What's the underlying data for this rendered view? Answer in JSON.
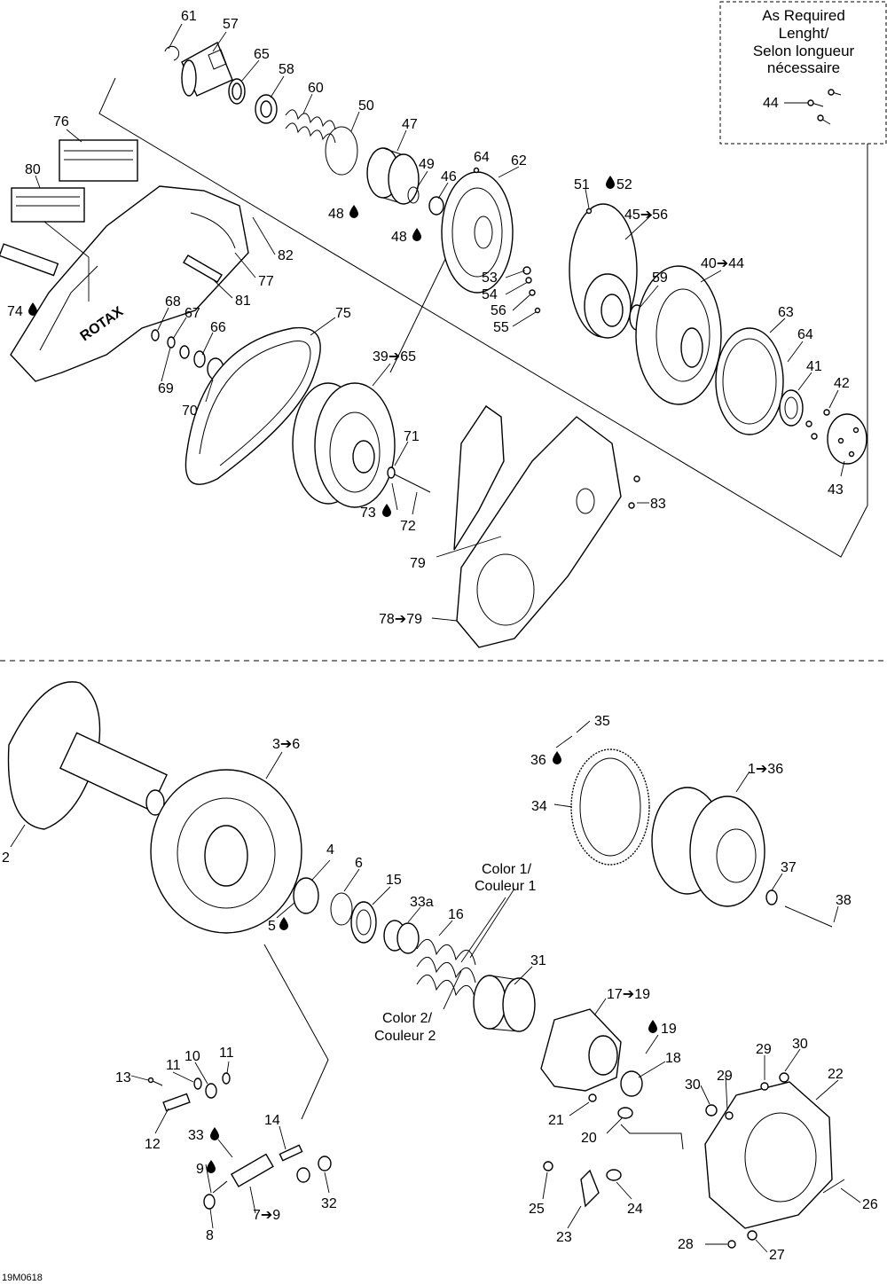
{
  "note_box": {
    "line1": "As Required",
    "line2": "Lenght/",
    "line3": "Selon longueur",
    "line4": "nécessaire",
    "item": "44"
  },
  "color_notes": {
    "color1_a": "Color 1/",
    "color1_b": "Couleur 1",
    "color2_a": "Color 2/",
    "color2_b": "Couleur 2"
  },
  "figure_code": "19M0618",
  "callouts": {
    "c61": "61",
    "c57": "57",
    "c65": "65",
    "c58": "58",
    "c60": "60",
    "c50": "50",
    "c47": "47",
    "c76": "76",
    "c80": "80",
    "c49": "49",
    "c46": "46",
    "c64a": "64",
    "c62": "62",
    "c51": "51",
    "c52": "52",
    "c45_56": "45➔56",
    "c48a": "48",
    "c48b": "48",
    "c82": "82",
    "c77": "77",
    "c81": "81",
    "c74": "74",
    "c68": "68",
    "c67": "67",
    "c66": "66",
    "c69": "69",
    "c70": "70",
    "c75": "75",
    "c53": "53",
    "c54": "54",
    "c56": "56",
    "c55": "55",
    "c59": "59",
    "c40_44": "40➔44",
    "c63": "63",
    "c64b": "64",
    "c41": "41",
    "c42": "42",
    "c43": "43",
    "c39_65": "39➔65",
    "c71": "71",
    "c73": "73",
    "c72": "72",
    "c83": "83",
    "c79": "79",
    "c78_79": "78➔79",
    "c35": "35",
    "c36": "36",
    "c1_36": "1➔36",
    "c3_6": "3➔6",
    "c34": "34",
    "c2": "2",
    "c4": "4",
    "c6": "6",
    "c15": "15",
    "c33a": "33a",
    "c16": "16",
    "c5": "5",
    "c37": "37",
    "c38": "38",
    "c31": "31",
    "c17_19": "17➔19",
    "c19": "19",
    "c18": "18",
    "c13": "13",
    "c11a": "11",
    "c10": "10",
    "c11b": "11",
    "c12": "12",
    "c33": "33",
    "c14": "14",
    "c9": "9",
    "c7_9": "7➔9",
    "c8": "8",
    "c32": "32",
    "c21": "21",
    "c20": "20",
    "c30a": "30",
    "c29a": "29",
    "c29b": "29",
    "c30b": "30",
    "c22": "22",
    "c25": "25",
    "c24": "24",
    "c23": "23",
    "c26": "26",
    "c28": "28",
    "c27": "27"
  },
  "decals": {
    "brand": "ROTAX"
  }
}
